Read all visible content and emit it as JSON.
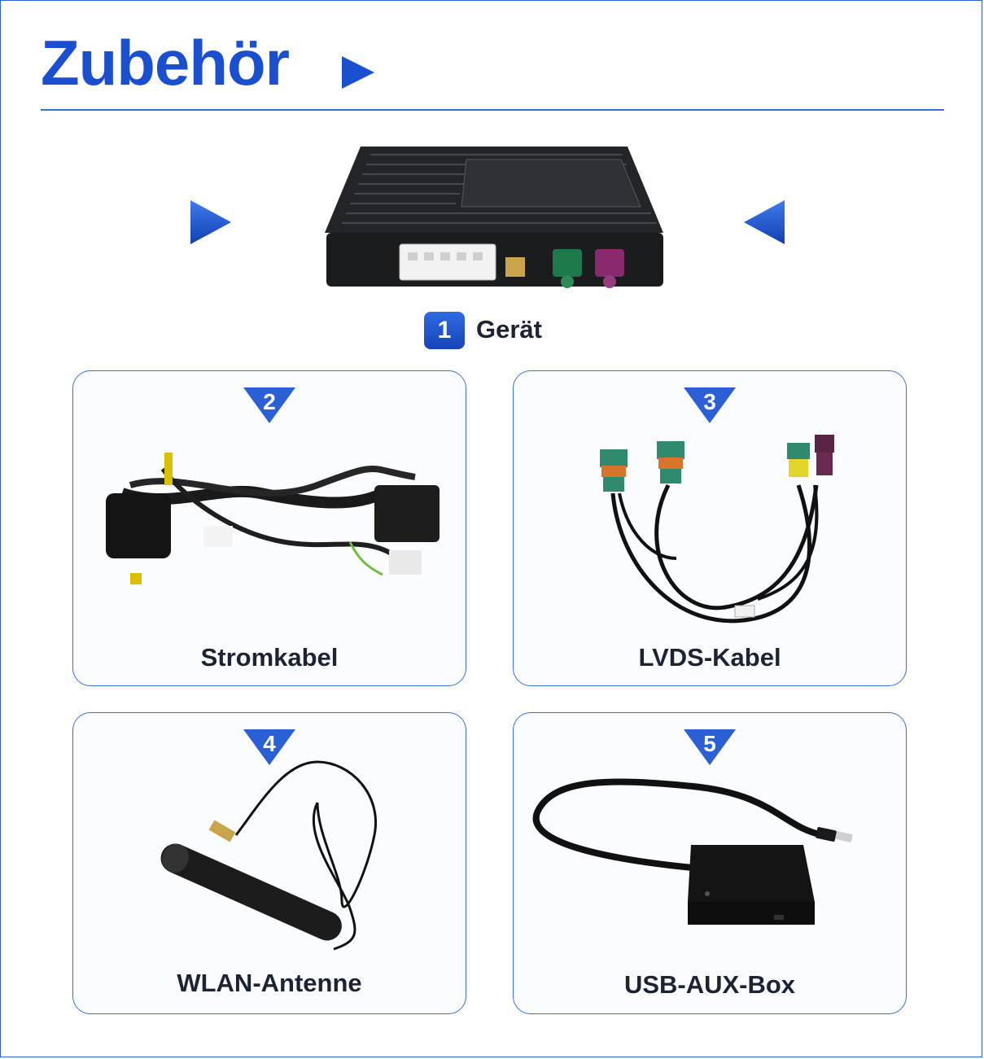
{
  "header": {
    "title": "Zubehör"
  },
  "device": {
    "number": "1",
    "label": "Gerät"
  },
  "items": [
    {
      "number": "2",
      "label": "Stromkabel"
    },
    {
      "number": "3",
      "label": "LVDS-Kabel"
    },
    {
      "number": "4",
      "label": "WLAN-Antenne"
    },
    {
      "number": "5",
      "label": "USB-AUX-Box"
    }
  ],
  "colors": {
    "accent": "#1a4fcf",
    "border": "#3a6fd8",
    "text": "#1c2433"
  }
}
